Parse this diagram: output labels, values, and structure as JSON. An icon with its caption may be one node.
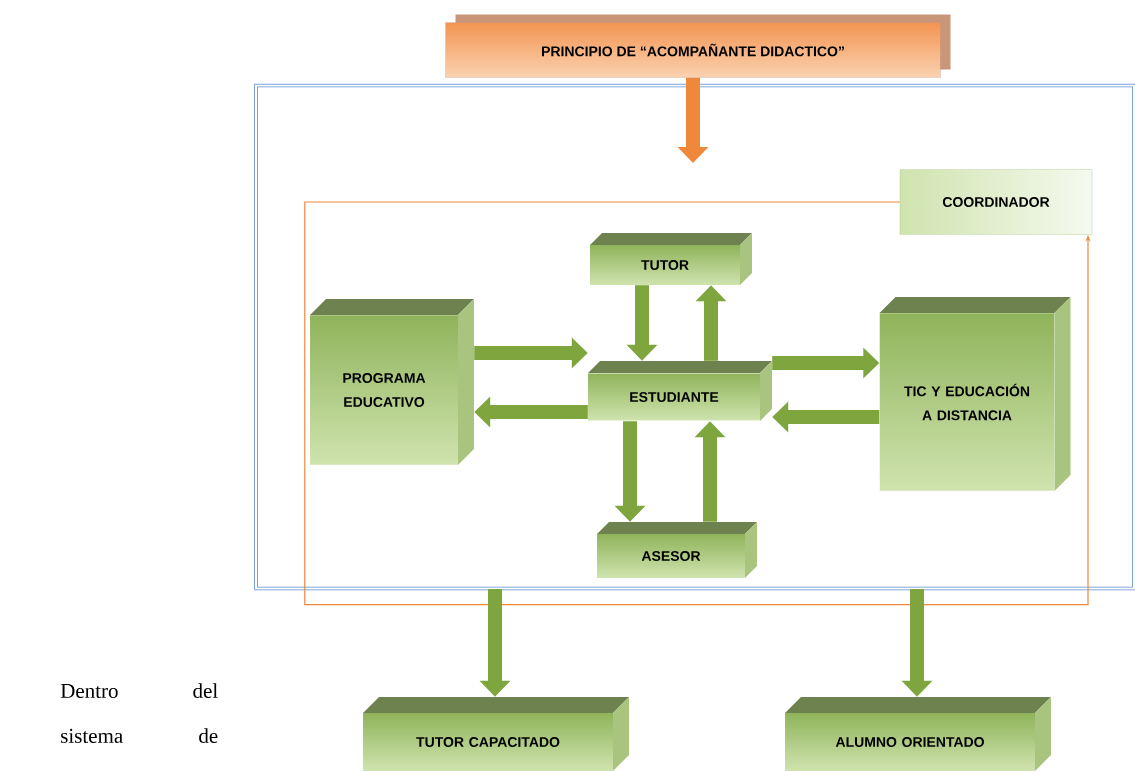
{
  "diagram": {
    "nodes": [
      {
        "text": [
          "PRINCIPIO DE “ACOMPAÑANTE DIDACTICO”"
        ]
      },
      {
        "text": [],
        "shape": "box"
      },
      {
        "text": [
          "COORDINADOR"
        ],
        "in": 1
      },
      {
        "text": [
          "TUTOR"
        ],
        "in": 1
      },
      {
        "text": [
          "PROGRAMA EDUCATIVO"
        ],
        "in": 1
      },
      {
        "text": [
          "ESTUDIANTE"
        ],
        "in": 1
      },
      {
        "text": [
          "TIC Y EDUCACIÓN A DISTANCIA"
        ],
        "in": 1
      },
      {
        "text": [
          "ASESOR"
        ],
        "in": 1
      },
      {
        "text": [
          "TUTOR CAPACITADO"
        ]
      },
      {
        "text": [
          "ALUMNO ORIENTADO"
        ]
      }
    ],
    "edges": [
      {
        "from": 0,
        "to": 1,
        "arrow": "to",
        "color": "#f0883c"
      },
      {
        "from": 3,
        "to": 5,
        "arrow": "to"
      },
      {
        "from": 5,
        "to": 3,
        "arrow": "to"
      },
      {
        "from": 4,
        "to": 5,
        "arrow": "to"
      },
      {
        "from": 5,
        "to": 4,
        "arrow": "to"
      },
      {
        "from": 5,
        "to": 6,
        "arrow": "to"
      },
      {
        "from": 6,
        "to": 5,
        "arrow": "to"
      },
      {
        "from": 5,
        "to": 7,
        "arrow": "to"
      },
      {
        "from": 7,
        "to": 5,
        "arrow": "to"
      },
      {
        "from": 2,
        "to": 2,
        "arrow": "to",
        "color": "#f0883c"
      },
      {
        "from": 1,
        "to": 8,
        "arrow": "to"
      },
      {
        "from": 1,
        "to": 9,
        "arrow": "to"
      }
    ],
    "labels": [
      "Dentro del sistema de"
    ]
  }
}
